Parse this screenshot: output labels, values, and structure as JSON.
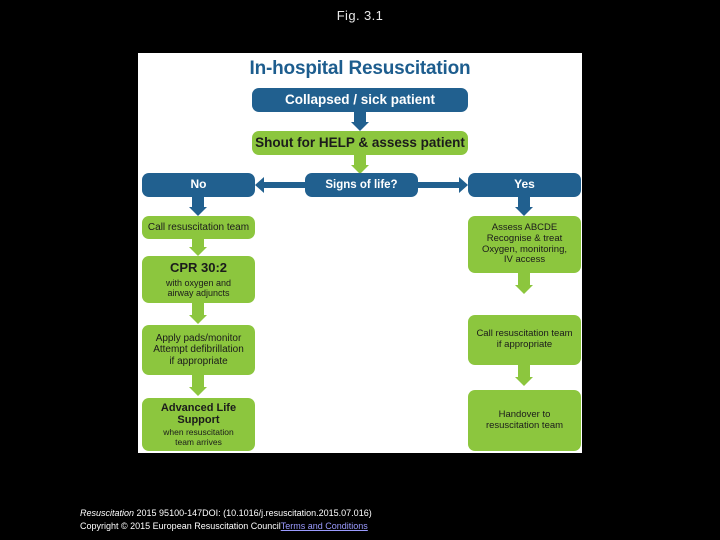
{
  "slide": {
    "figure_label": "Fig. 3.1"
  },
  "diagram": {
    "title": "In-hospital Resuscitation",
    "colors": {
      "blue": "#21608f",
      "green": "#8cc63e",
      "panel": "#ffffff",
      "background": "#000000",
      "title_blue": "#1d5d8e"
    },
    "nodes": {
      "collapsed": {
        "label": "Collapsed / sick patient",
        "color": "blue"
      },
      "shout": {
        "label": "Shout for HELP & assess patient",
        "color": "green"
      },
      "signs": {
        "label": "Signs of life?",
        "color": "blue"
      },
      "no": {
        "label": "No",
        "color": "blue"
      },
      "yes": {
        "label": "Yes",
        "color": "blue"
      },
      "call_team": {
        "label": "Call resuscitation team",
        "color": "green"
      },
      "cpr": {
        "main": "CPR 30:2",
        "sub_line1": "with oxygen and",
        "sub_line2": "airway adjuncts",
        "color": "green"
      },
      "pads": {
        "line1": "Apply pads/monitor",
        "line2": "Attempt defibrillation",
        "line3": "if appropriate",
        "color": "green"
      },
      "als": {
        "main": "Advanced Life Support",
        "sub_line1": "when resuscitation",
        "sub_line2": "team arrives",
        "color": "green"
      },
      "abcde": {
        "line1": "Assess ABCDE",
        "line2": "Recognise & treat",
        "line3": "Oxygen, monitoring,",
        "line4": "IV access",
        "color": "green"
      },
      "call_team_if": {
        "line1": "Call resuscitation team",
        "line2": "if appropriate",
        "color": "green"
      },
      "handover": {
        "line1": "Handover to",
        "line2": "resuscitation team",
        "color": "green"
      }
    }
  },
  "footer": {
    "citation_italic": "Resuscitation",
    "citation_rest": " 2015 95100-147DOI: (10.1016/j.resuscitation.2015.07.016)",
    "copyright": "Copyright © 2015 European Resuscitation Council",
    "link": "Terms and Conditions"
  }
}
